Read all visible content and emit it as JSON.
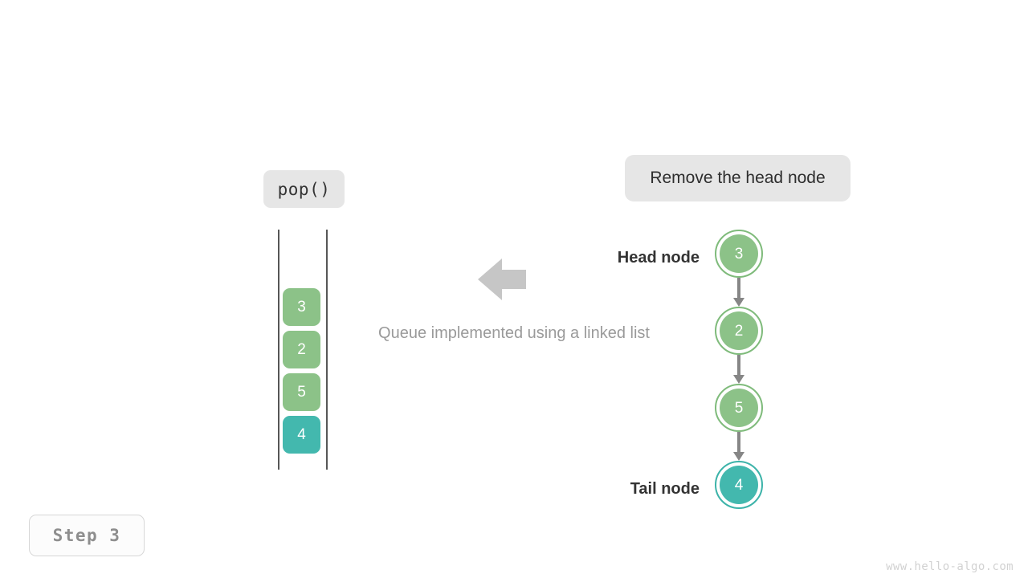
{
  "meta": {
    "title": "Queue pop operation on a linked-list queue",
    "watermark": "www.hello-algo.com"
  },
  "colors": {
    "green_fill": "#8cc288",
    "green_ring": "#7fbb7b",
    "teal_fill": "#43b8ae",
    "teal_ring": "#3cb3a9",
    "chip_bg": "#e6e6e6",
    "rail": "#575757",
    "link": "#868686",
    "arrow": "#c6c6c6",
    "caption_text": "#9a9a9a",
    "label_text": "#333333",
    "step_text": "#8e8e8e",
    "watermark_text": "#d2d2d2"
  },
  "operation": {
    "chip_label": "pop()"
  },
  "action": {
    "chip_label": "Remove the head node"
  },
  "queue": {
    "caption": "Queue implemented using a linked list",
    "cells": [
      {
        "value": "3",
        "color": "#8cc288"
      },
      {
        "value": "2",
        "color": "#8cc288"
      },
      {
        "value": "5",
        "color": "#8cc288"
      },
      {
        "value": "4",
        "color": "#43b8ae"
      }
    ]
  },
  "flow": {
    "arrow_icon": "arrow-left-icon",
    "direction": "left"
  },
  "linked_list": {
    "head_label": "Head node",
    "tail_label": "Tail node",
    "nodes": [
      {
        "value": "3",
        "fill": "#8cc288",
        "ring": "#7fbb7b",
        "role": "head"
      },
      {
        "value": "2",
        "fill": "#8cc288",
        "ring": "#7fbb7b",
        "role": "middle"
      },
      {
        "value": "5",
        "fill": "#8cc288",
        "ring": "#7fbb7b",
        "role": "middle"
      },
      {
        "value": "4",
        "fill": "#43b8ae",
        "ring": "#3cb3a9",
        "role": "tail"
      }
    ],
    "links": 3
  },
  "step": {
    "badge_label": "Step 3"
  }
}
